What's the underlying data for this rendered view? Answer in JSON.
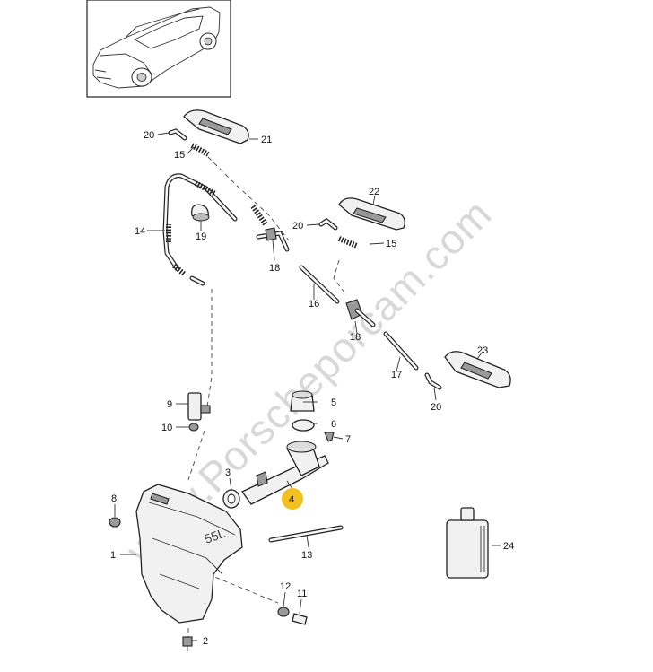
{
  "diagram": {
    "watermark": "www.Porscheporcam.com",
    "highlight_color": "#f2c01f",
    "inset": "car-overview-panamera",
    "callouts": [
      {
        "id": "c1",
        "text": "1"
      },
      {
        "id": "c2",
        "text": "2"
      },
      {
        "id": "c3",
        "text": "3"
      },
      {
        "id": "c4",
        "text": "4",
        "highlighted": true
      },
      {
        "id": "c5",
        "text": "5"
      },
      {
        "id": "c6",
        "text": "6"
      },
      {
        "id": "c7",
        "text": "7"
      },
      {
        "id": "c8",
        "text": "8"
      },
      {
        "id": "c9",
        "text": "9"
      },
      {
        "id": "c10",
        "text": "10"
      },
      {
        "id": "c11",
        "text": "11"
      },
      {
        "id": "c12",
        "text": "12"
      },
      {
        "id": "c13",
        "text": "13"
      },
      {
        "id": "c14",
        "text": "14"
      },
      {
        "id": "c15a",
        "text": "15"
      },
      {
        "id": "c15b",
        "text": "15"
      },
      {
        "id": "c16",
        "text": "16"
      },
      {
        "id": "c17",
        "text": "17"
      },
      {
        "id": "c18a",
        "text": "18"
      },
      {
        "id": "c18b",
        "text": "18"
      },
      {
        "id": "c19",
        "text": "19"
      },
      {
        "id": "c20a",
        "text": "20"
      },
      {
        "id": "c20b",
        "text": "20"
      },
      {
        "id": "c20c",
        "text": "20"
      },
      {
        "id": "c21",
        "text": "21"
      },
      {
        "id": "c22",
        "text": "22"
      },
      {
        "id": "c23",
        "text": "23"
      },
      {
        "id": "c24",
        "text": "24"
      }
    ],
    "tank_embossed_text": "55L"
  }
}
